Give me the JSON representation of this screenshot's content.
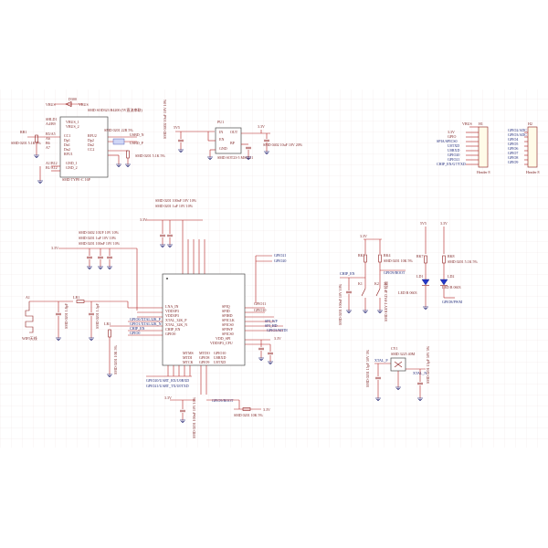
{
  "usb": {
    "top": "VBUS",
    "diode_ref": "D300",
    "diode_part": "SMD SOD323 B4200 (5V直流串联)",
    "pins_a": [
      "SHLD1",
      "A4/B9"
    ],
    "pin_vbus1": "VBUS_1",
    "pin_vbus2": "VBUS_2",
    "res_ref": "RB1",
    "res_part": "SMD 0201 5.1K 5%",
    "left_pins": [
      "B5/A5",
      "A6",
      "B6",
      "A7"
    ],
    "cc_pins": [
      "CC1",
      "Dp1",
      "Dn1",
      "Dn2",
      "RFU1"
    ],
    "right_pins": [
      "RFU2",
      "Dp2",
      "Dn2",
      "CC2"
    ],
    "gnd_pins_l": [
      "A1/B12",
      "B1/A12"
    ],
    "gnd_pins": [
      "GND_1",
      "GND_2"
    ],
    "part": "SMD TYPE-C 16P",
    "top_res_part": "SMD 0201 22R 5%",
    "net_usbp": "USBD_N",
    "net_usbd": "USBD_P",
    "res2_part": "SMD 0201 5.1K 5%"
  },
  "ldo": {
    "cap_part": "SMD 0402 10uF 10V 10%",
    "vin": "5V5",
    "ref": "PU1",
    "pins_l": [
      "IN",
      "EN",
      "GND"
    ],
    "pins_r": [
      "OUT",
      "BP"
    ],
    "out_rail": "3.3V",
    "part": "SMD SOT23-5 MS6211",
    "cap2_part": "SMD 0402 10uF 10V 20%"
  },
  "mcu": {
    "caps_top1": "SMD 0201 100nF 10V 10%",
    "caps_top2": "SMD 0201 1uF 10V 10%",
    "rail": "3.3V",
    "rail2": "3.3V",
    "caps_left": [
      "SMD 0402 10UF 10V 10%",
      "SMD 0201 1uF 10V 10%",
      "SMD 0201 100nF 10V 10%"
    ],
    "left_pins": [
      "LNA_IN",
      "VDD3P3",
      "VDD3P3",
      "XTAL_32K_P",
      "XTAL_32K_N",
      "CHIP_EN",
      "GPIO0"
    ],
    "left_nets": [
      "GPIO0/XTAL32K_P",
      "GPIO1/XTAL32K_N",
      "CHIP_EN",
      "GPIO0"
    ],
    "right_pins": [
      "SPIQ",
      "SPID",
      "SPIHD",
      "SPICLK",
      "SPICS0",
      "SPIWP",
      "SPICS0",
      "VDD_SPI",
      "VDD3P3_CPU"
    ],
    "right_nets": [
      "GPIO11",
      "GPIO10",
      "SPI_WP",
      "SPI_HD",
      "GPIO3/MTDI",
      "GPIO9/BOOT"
    ],
    "bottom_pins": [
      "MTMS",
      "MTDI",
      "MTCK",
      "MTDO",
      "GPIO8",
      "GPIO9",
      "GPIO10",
      "U0RXD",
      "U0TXD"
    ],
    "bottom_nets": [
      "GPIO20/UART_RX/U0RXD",
      "GPIO21/UART_TX/U0TXD"
    ],
    "boot_net": "GPIO9/BOOT",
    "boot_res": "SMD 0201 10K 5%",
    "rail_bottom": "3.3V",
    "cap_bottom": "SMD 0201 100nF 10V 10%",
    "antenna": "WIFI天线",
    "ant_ref": "A1",
    "ant_res": "LR1",
    "ant_cap_part": "SMD 0201 1.8pF",
    "ant_cap2_part": "SMD 0201 1.5pF",
    "r_en": "SMD 0201 10K 5%",
    "mid_nets": [
      "GPIO21",
      "GPIO20"
    ]
  },
  "key": {
    "rail": "3.3V",
    "r_ref": "RK1",
    "r2_ref": "RK4",
    "r_part": "SMD 0201 10K 5%",
    "net": "GPIO9/BOOT",
    "net_en": "CHIP_EN",
    "sw_ref": "K1",
    "sw2_ref": "K2",
    "sw_part": "SMD KEY T-PAD 4P 轻触",
    "cap_part": "SMD 0201 100nF 10V 10%"
  },
  "leds": {
    "rail1": "5V5",
    "rail2": "3.3V",
    "r1_ref": "RK7",
    "r2_ref": "RK8",
    "r_part": "SMD 0201 5.1K 5%",
    "d1_ref": "LD1",
    "d2_ref": "LD2",
    "d1_part": "LED R 0603",
    "d2_part": "LED B 0603",
    "net": "GPIO8/PWM"
  },
  "xtal": {
    "ref": "CY1",
    "part": "SMD 3225 40M",
    "net_p": "XTAL_P",
    "net_n": "XTAL_N",
    "cap_part": "SMD 0201 15pF 50V 5%",
    "cap2_part": "SMD 0201 15pF 50V 5%"
  },
  "header1": {
    "ref": "H1",
    "rail": "VBUS",
    "pins": [
      "3.3V",
      "GPIO",
      "SPIA/SPICS0",
      "U0TXD",
      "U0RXD",
      "GPIO20",
      "GPIO21",
      "CHIP_EN/G7/TXD"
    ],
    "name": "Header 8"
  },
  "header2": {
    "ref": "H2",
    "pins": [
      "GPIO2/ADC",
      "GPIO3/ADC",
      "GPIO4",
      "GPIO5",
      "GPIO6",
      "GPIO7",
      "GPIO8",
      "GPIO9"
    ],
    "name": "Header 8"
  }
}
